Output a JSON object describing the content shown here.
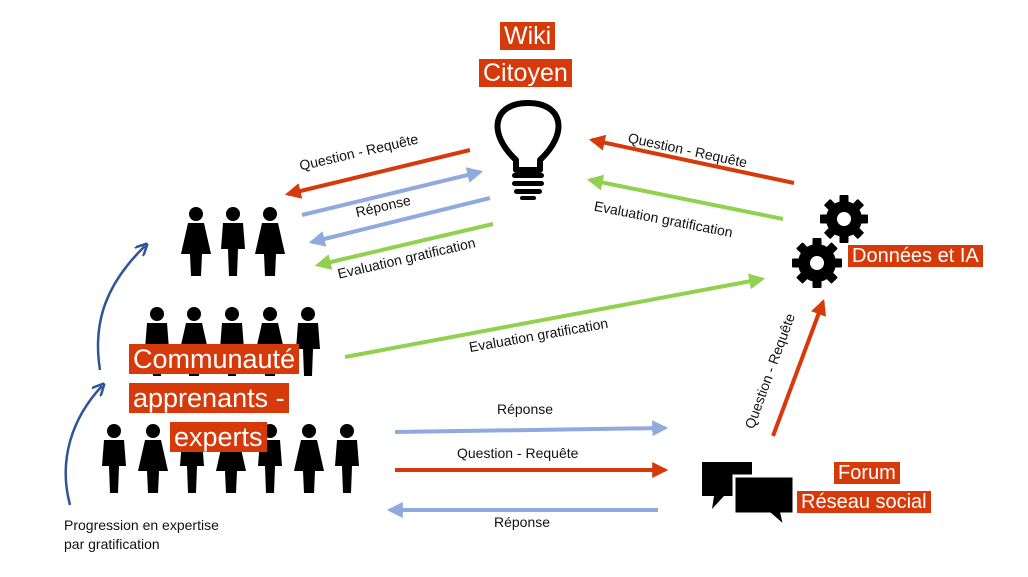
{
  "nodes": {
    "wiki": {
      "line1": "Wiki",
      "line2": "Citoyen",
      "icon": "lightbulb-icon"
    },
    "data_ai": {
      "label": "Données et IA",
      "icon": "gears-icon"
    },
    "community": {
      "line1": "Communauté",
      "line2": "apprenants -",
      "line3": "experts",
      "icon": "people-pyramid-icon"
    },
    "forum": {
      "line1": "Forum",
      "line2": "Réseau social",
      "icon": "chat-bubbles-icon"
    }
  },
  "arrows": {
    "wiki_to_community_question": "Question - Requête",
    "community_to_wiki_response": "Réponse",
    "wiki_to_community_evaluation": "Evaluation gratification",
    "data_to_wiki_question": "Question - Requête",
    "data_to_wiki_evaluation": "Evaluation gratification",
    "community_to_data_evaluation": "Evaluation gratification",
    "forum_to_data_question": "Question - Requête",
    "community_to_forum_response": "Réponse",
    "community_to_forum_question": "Question - Requête",
    "forum_to_community_response": "Réponse"
  },
  "progression_note": {
    "line1": "Progression en expertise",
    "line2": "par gratification"
  },
  "colors": {
    "label_bg": "#d63a0b",
    "label_text": "#ffffff",
    "question_arrow": "#d63a0b",
    "response_arrow": "#8faadc",
    "evaluation_arrow": "#92d050",
    "progression_arrow": "#2f5597",
    "icon": "#000000"
  }
}
